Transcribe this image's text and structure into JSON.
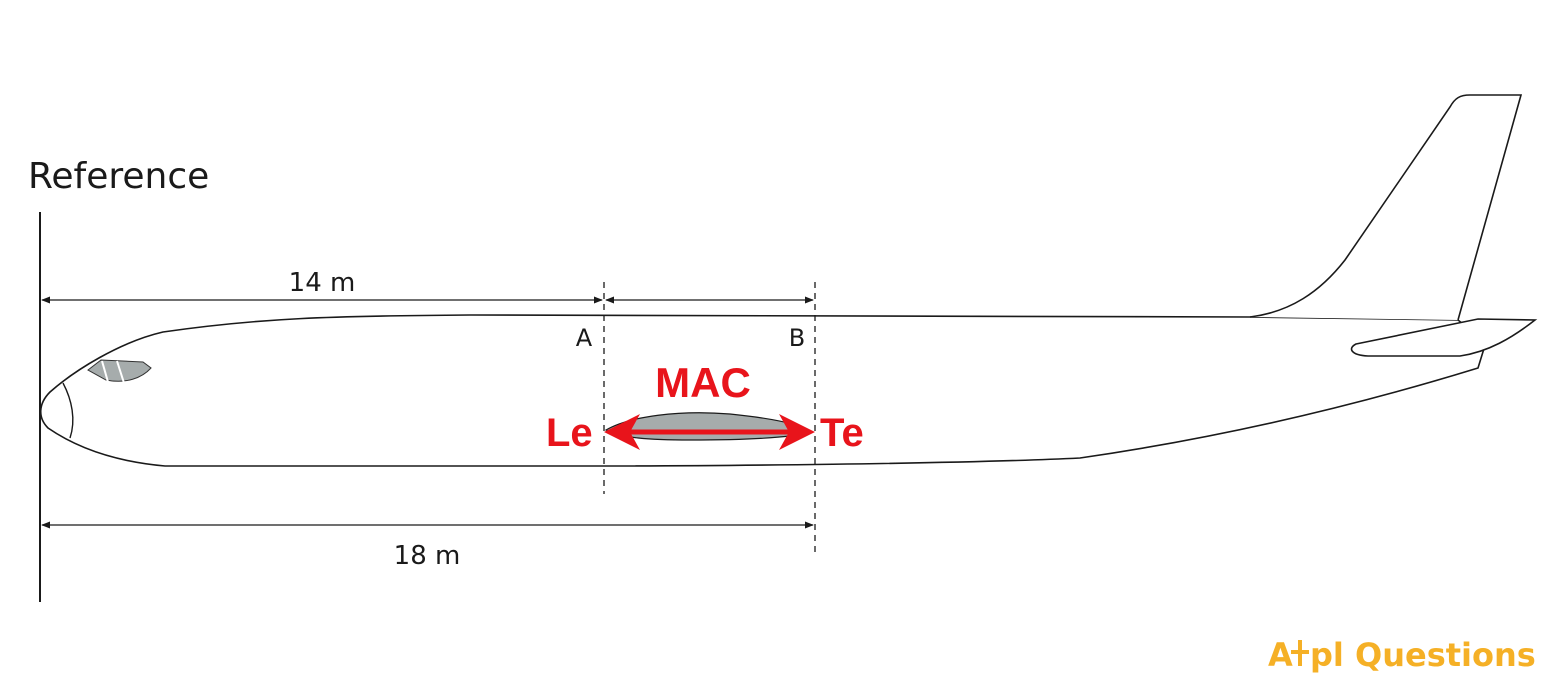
{
  "reference_label": "Reference",
  "dimension_top": "14 m",
  "dimension_bottom": "18 m",
  "point_a": "A",
  "point_b": "B",
  "mac_label": "MAC",
  "leading_edge_label": "Le",
  "trailing_edge_label": "Te",
  "logo": {
    "prefix": "A",
    "suffix": "pl Questions"
  },
  "colors": {
    "line": "#1a1a1a",
    "accent_red": "#e8141b",
    "wing_fill": "#a6acac",
    "logo_orange": "#f5b026"
  }
}
